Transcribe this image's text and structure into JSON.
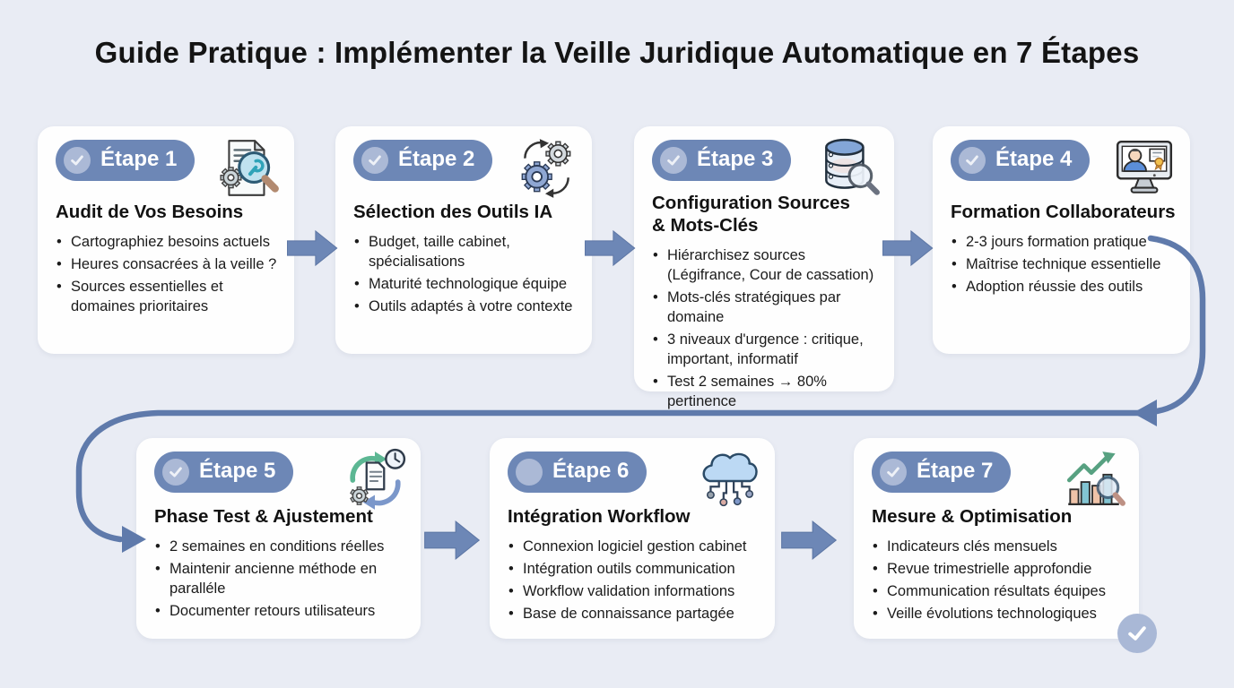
{
  "header": {
    "title": "Guide Pratique : Implémenter la Veille Juridique Automatique en 7 Étapes"
  },
  "colors": {
    "background": "#e9ecf4",
    "card": "#fefefe",
    "accent_pill": "#6d87b6",
    "pill_circle": "#abb9d6",
    "connector": "#5f7aab",
    "text": "#141414"
  },
  "cards": [
    {
      "badge": "Étape 1",
      "checked": true,
      "icon": "document-magnifier-icon",
      "title": "Audit de Vos Besoins",
      "bullets": [
        "Cartographiez besoins actuels",
        "Heures consacrées à la veille ?",
        "Sources essentielles et domaines prioritaires"
      ]
    },
    {
      "badge": "Étape 2",
      "checked": true,
      "icon": "gears-sync-icon",
      "title": "Sélection des Outils IA",
      "bullets": [
        "Budget, taille cabinet, spécialisations",
        "Maturité technologique équipe",
        "Outils adaptés à votre contexte"
      ]
    },
    {
      "badge": "Étape 3",
      "checked": true,
      "icon": "database-magnifier-icon",
      "title": "Configuration Sources & Mots-Clés",
      "bullets": [
        "Hiérarchisez sources (Légifrance, Cour de cassation)",
        "Mots-clés stratégiques par domaine",
        "3 niveaux d'urgence : critique, important, informatif",
        "Test 2 semaines → 80% pertinence"
      ]
    },
    {
      "badge": "Étape 4",
      "checked": true,
      "icon": "training-monitor-icon",
      "title": "Formation Collaborateurs",
      "bullets": [
        "2-3 jours formation pratique",
        "Maîtrise technique essentielle",
        "Adoption réussie des outils"
      ]
    },
    {
      "badge": "Étape 5",
      "checked": true,
      "icon": "test-cycle-icon",
      "title": "Phase Test & Ajustement",
      "bullets": [
        "2 semaines en conditions réelles",
        "Maintenir ancienne méthode en paralléle",
        "Documenter retours utilisateurs"
      ]
    },
    {
      "badge": "Étape 6",
      "checked": false,
      "icon": "cloud-network-icon",
      "title": "Intégration Workflow",
      "bullets": [
        "Connexion logiciel gestion cabinet",
        "Intégration outils communication",
        "Workflow validation informations",
        "Base de connaissance partagée"
      ]
    },
    {
      "badge": "Étape 7",
      "checked": true,
      "icon": "chart-growth-icon",
      "title": "Mesure & Optimisation",
      "bullets": [
        "Indicateurs clés mensuels",
        "Revue trimestrielle approfondie",
        "Communication résultats équipes",
        "Veille évolutions technologiques"
      ]
    }
  ]
}
